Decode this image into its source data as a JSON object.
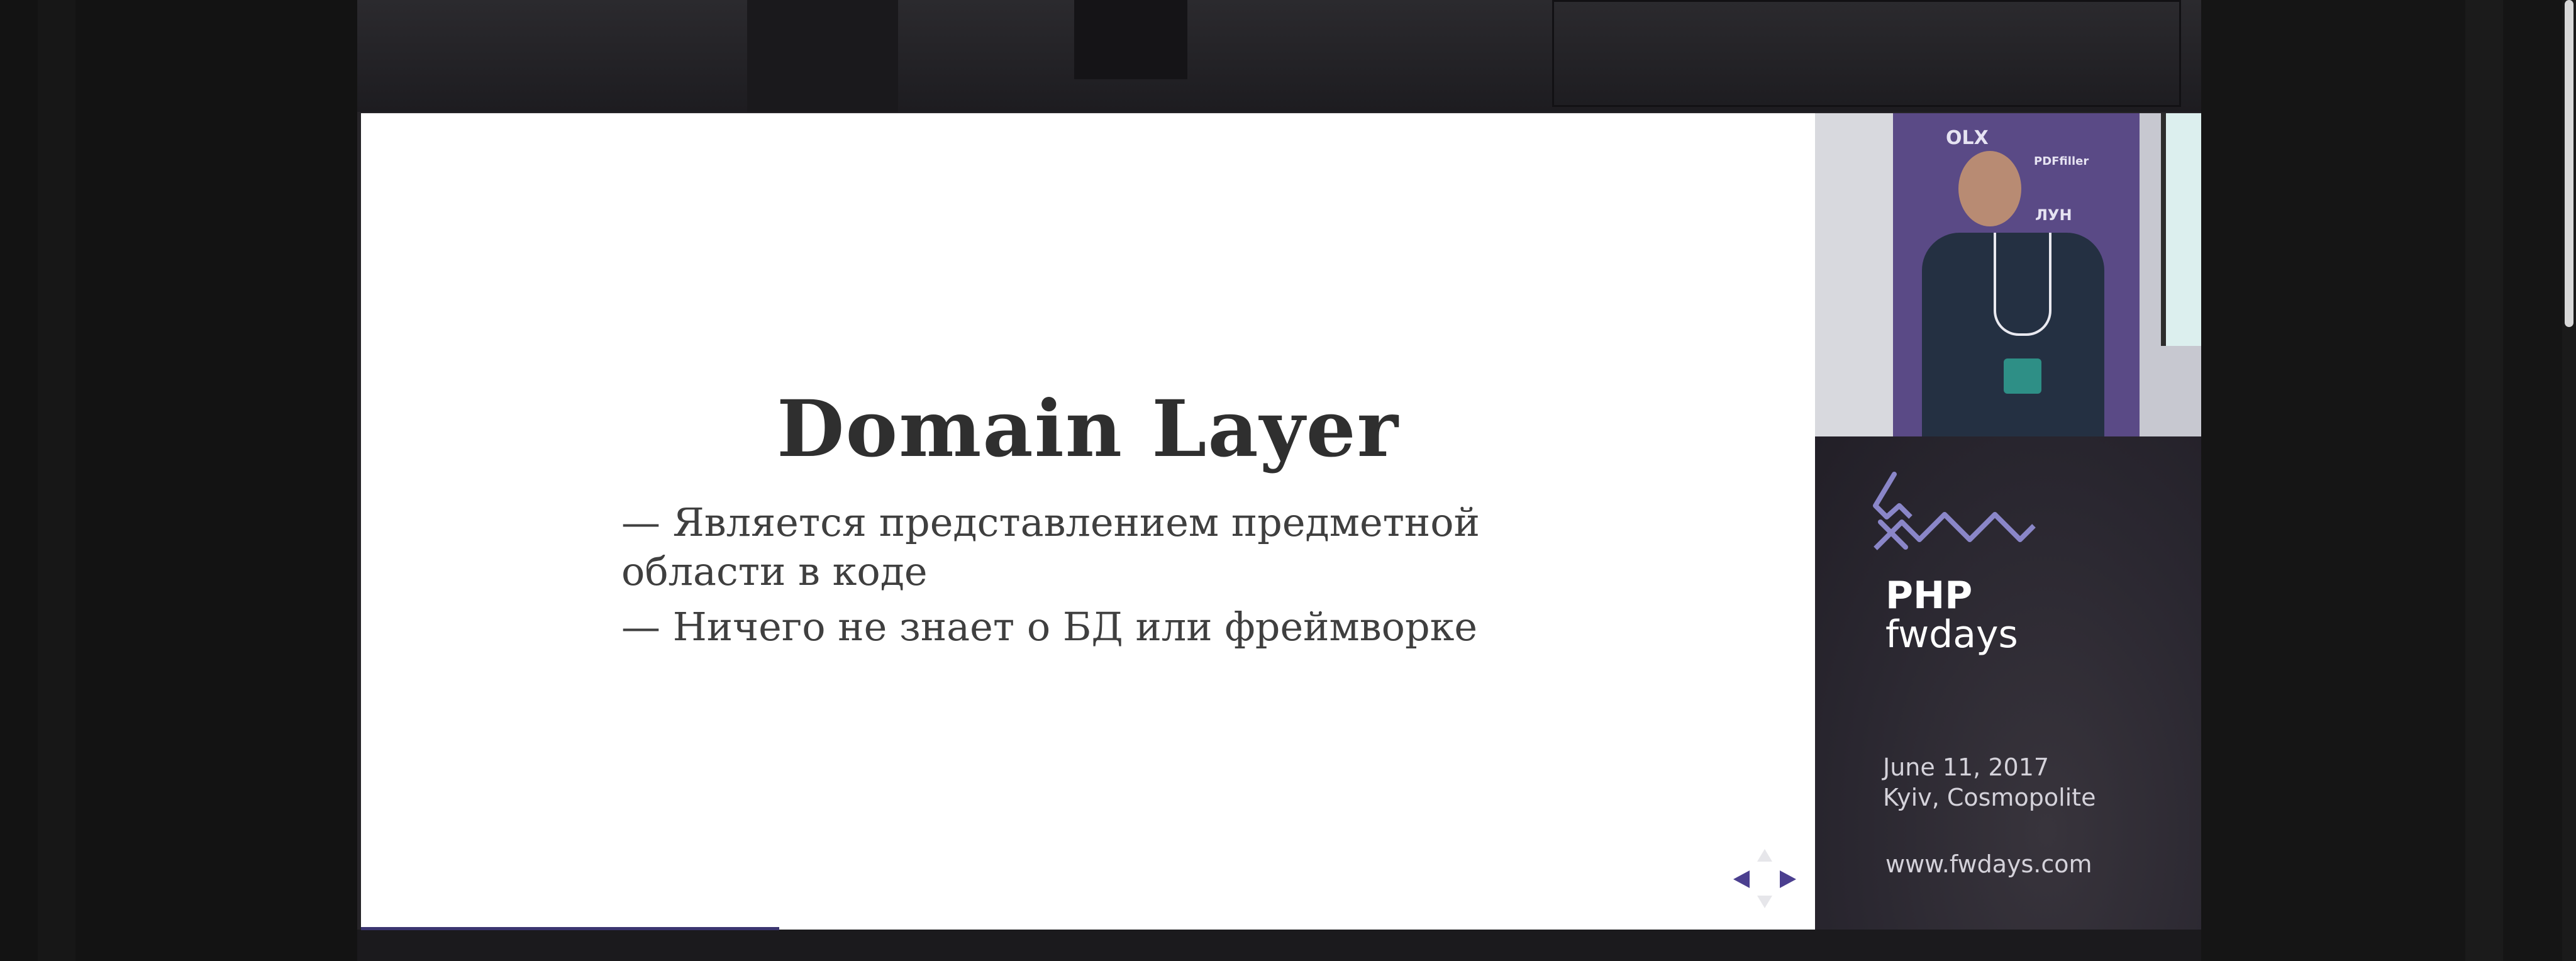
{
  "slide": {
    "title": "Domain Layer",
    "bullets": [
      "— Является представлением предметной области в коде",
      "— Ничего не знает о БД или фреймворке"
    ]
  },
  "video": {
    "sponsors": [
      "OLX",
      "PDFfiller",
      "ЛУН"
    ]
  },
  "event": {
    "brand_line1": "PHP",
    "brand_line2": "fwdays",
    "date": "June 11, 2017",
    "place": "Kyiv, Cosmopolite",
    "url": "www.fwdays.com"
  },
  "colors": {
    "accent": "#4b3f8f",
    "logo_stroke": "#8a86c8"
  },
  "icons": {
    "prev": "triangle-left-icon",
    "next": "triangle-right-icon"
  }
}
